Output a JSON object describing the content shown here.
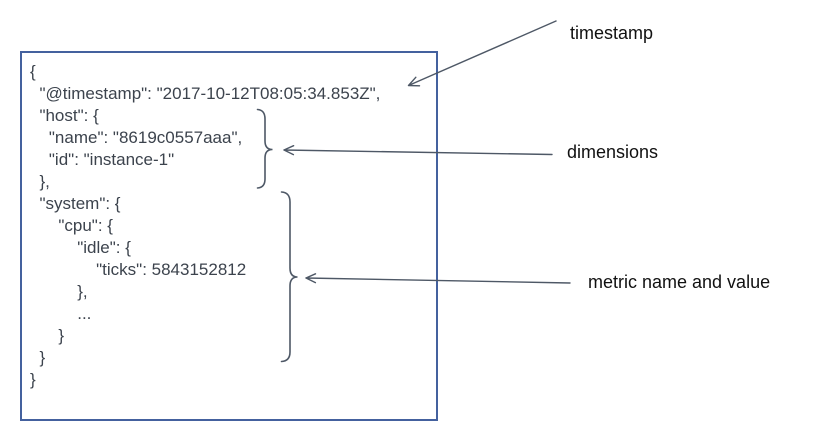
{
  "figure": {
    "code_block": {
      "lines": [
        "{",
        "  \"@timestamp\": \"2017-10-12T08:05:34.853Z\",",
        "  \"host\": {",
        "    \"name\": \"8619c0557aaa\",",
        "    \"id\": \"instance-1\"",
        "  },",
        "  \"system\": {",
        "      \"cpu\": {",
        "          \"idle\": {",
        "              \"ticks\": 5843152812",
        "          },",
        "          ...",
        "      }",
        "  }",
        "}"
      ]
    },
    "annotations": {
      "timestamp": {
        "label": "timestamp"
      },
      "dimensions": {
        "label": "dimensions"
      },
      "metric": {
        "label": "metric name and value"
      }
    },
    "colors": {
      "box_border": "#44619e",
      "annotation_line": "#4e5866",
      "code_text": "#3c434d",
      "label_text": "#111111",
      "background": "#ffffff"
    }
  }
}
